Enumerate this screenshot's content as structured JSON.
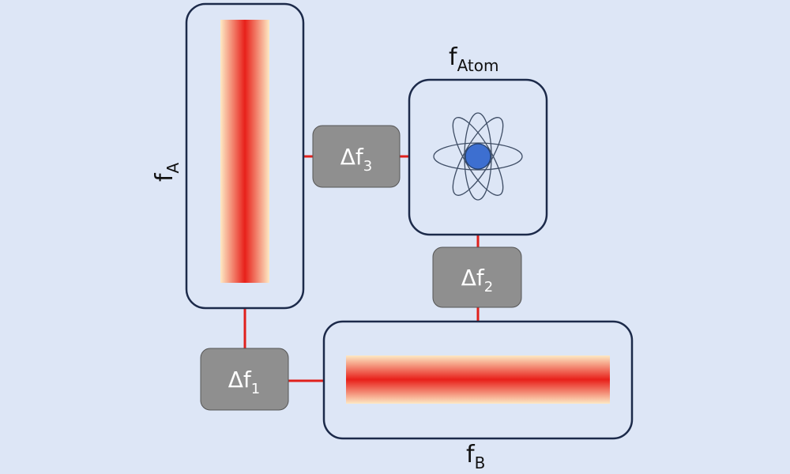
{
  "labels": {
    "fA": {
      "main": "f",
      "sub": "A"
    },
    "fAtom": {
      "main": "f",
      "sub": "Atom"
    },
    "fB": {
      "main": "f",
      "sub": "B"
    }
  },
  "deltas": {
    "d1": {
      "main": "Δf",
      "sub": "1"
    },
    "d2": {
      "main": "Δf",
      "sub": "2"
    },
    "d3": {
      "main": "Δf",
      "sub": "3"
    }
  },
  "colors": {
    "background": "#dde6f6",
    "box_border": "#1c2a4a",
    "delta_box": "#8f8f8f",
    "connector": "#e0201c",
    "beam": "#e8201a",
    "nucleus": "#3d6fd0"
  }
}
